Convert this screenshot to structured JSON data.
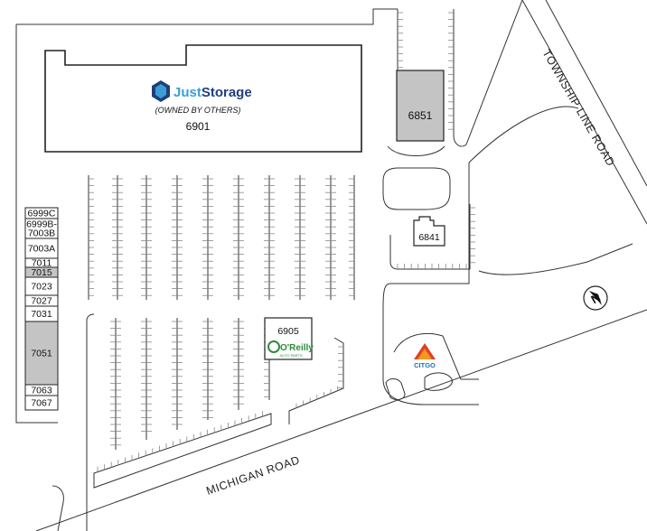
{
  "roads": {
    "michigan": "MICHIGAN ROAD",
    "township_line": "TOWNSHIP LINE ROAD"
  },
  "anchor": {
    "brand_just": "Just",
    "brand_storage": "Storage",
    "note": "(OWNED BY OTHERS)",
    "number": "6901"
  },
  "buildings": {
    "b6851": "6851",
    "b6841": "6841",
    "b6905": "6905"
  },
  "oreilly": {
    "logo_text": "O'Reilly",
    "sub_text": "AUTO PARTS"
  },
  "citgo": {
    "text": "CITGO"
  },
  "units": [
    {
      "label": "6999C",
      "shaded": false
    },
    {
      "label": "6999B-\n7003B",
      "shaded": false
    },
    {
      "label": "7003A",
      "shaded": false
    },
    {
      "label": "7011",
      "shaded": false
    },
    {
      "label": "7015",
      "shaded": true
    },
    {
      "label": "7023",
      "shaded": false
    },
    {
      "label": "7027",
      "shaded": false
    },
    {
      "label": "7031",
      "shaded": false
    },
    {
      "label": "7051",
      "shaded": true
    },
    {
      "label": "7063",
      "shaded": false
    },
    {
      "label": "7067",
      "shaded": false
    }
  ],
  "compass": {
    "letter": "N"
  },
  "colors": {
    "shaded_unit": "#c4c4c4",
    "juststorage_blue": "#3c9dd6",
    "juststorage_navy": "#1f3f7a",
    "oreilly_green": "#2e8b3a",
    "citgo_red": "#e0402a",
    "citgo_orange": "#f39a1e",
    "citgo_blue": "#1a6fc4"
  }
}
